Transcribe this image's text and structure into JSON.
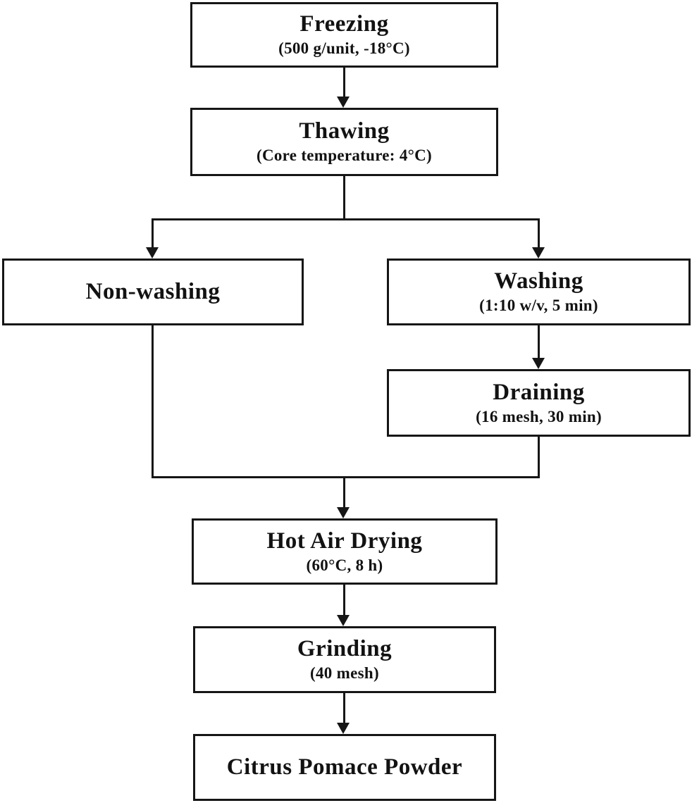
{
  "diagram": {
    "type": "flowchart",
    "nodes": [
      {
        "id": "freezing",
        "label": "Freezing",
        "detail": "(500 g/unit, -18°C)"
      },
      {
        "id": "thawing",
        "label": "Thawing",
        "detail": "(Core temperature: 4°C)"
      },
      {
        "id": "non-washing",
        "label": "Non-washing",
        "detail": ""
      },
      {
        "id": "washing",
        "label": "Washing",
        "detail": "(1:10 w/v, 5 min)"
      },
      {
        "id": "draining",
        "label": "Draining",
        "detail": "(16 mesh, 30 min)"
      },
      {
        "id": "hot-air-drying",
        "label": "Hot Air Drying",
        "detail": "(60°C, 8 h)"
      },
      {
        "id": "grinding",
        "label": "Grinding",
        "detail": "(40 mesh)"
      },
      {
        "id": "citrus-pomace-powder",
        "label": "Citrus Pomace Powder",
        "detail": ""
      }
    ],
    "edges": [
      {
        "from": "freezing",
        "to": "thawing"
      },
      {
        "from": "thawing",
        "to": "non-washing"
      },
      {
        "from": "thawing",
        "to": "washing"
      },
      {
        "from": "washing",
        "to": "draining"
      },
      {
        "from": "non-washing",
        "to": "hot-air-drying"
      },
      {
        "from": "draining",
        "to": "hot-air-drying"
      },
      {
        "from": "hot-air-drying",
        "to": "grinding"
      },
      {
        "from": "grinding",
        "to": "citrus-pomace-powder"
      }
    ],
    "colors": {
      "line": "#161616",
      "box_background": "#ffffff",
      "text": "#121212"
    }
  }
}
